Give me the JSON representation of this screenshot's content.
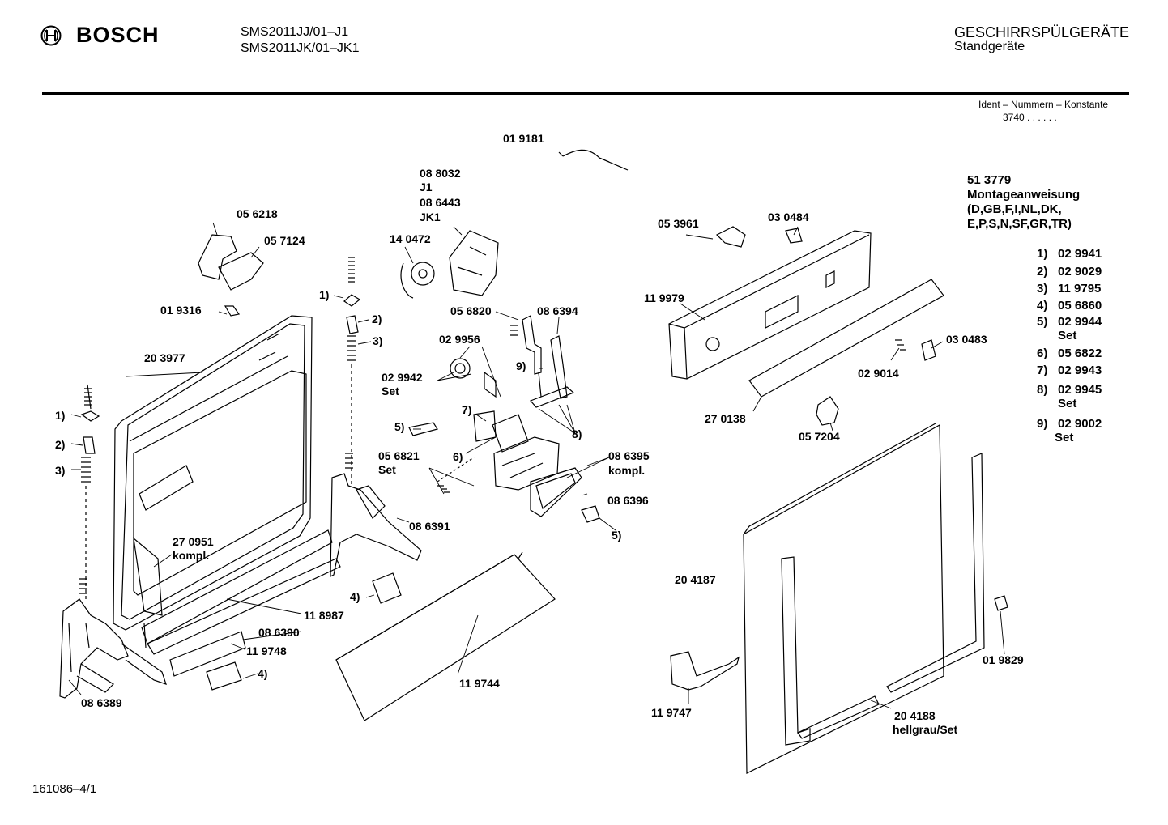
{
  "header": {
    "brand": "BOSCH",
    "models": [
      "SMS2011JJ/01–J1",
      "SMS2011JK/01–JK1"
    ],
    "category": "GESCHIRRSPÜLGERÄTE",
    "subcategory": "Standgeräte",
    "ident_title": "Ident – Nummern – Konstante",
    "ident_value": "3740  .  .   .  .  .  ."
  },
  "manual": {
    "number": "51 3779",
    "title": "Montageanweisung",
    "lang1": "(D,GB,F,I,NL,DK,",
    "lang2": "E,P,S,N,SF,GR,TR)"
  },
  "key": [
    {
      "n": "1)",
      "part": "02 9941",
      "extra": ""
    },
    {
      "n": "2)",
      "part": "02 9029",
      "extra": ""
    },
    {
      "n": "3)",
      "part": "11 9795",
      "extra": ""
    },
    {
      "n": "4)",
      "part": "05 6860",
      "extra": ""
    },
    {
      "n": "5)",
      "part": "02 9944",
      "extra": "Set"
    },
    {
      "n": "6)",
      "part": "05 6822",
      "extra": ""
    },
    {
      "n": "7)",
      "part": "02 9943",
      "extra": ""
    },
    {
      "n": "8)",
      "part": "02 9945",
      "extra": "Set"
    },
    {
      "n": "9)",
      "part": "02 9002",
      "extra": "Set"
    }
  ],
  "labels": {
    "p019181": "01 9181",
    "p088032": "08 8032",
    "j1": "J1",
    "p086443": "08 6443",
    "jk1": "JK1",
    "p140472": "14 0472",
    "p056218": "05 6218",
    "p057124": "05 7124",
    "p019316": "01 9316",
    "p203977": "20 3977",
    "p056820": "05 6820",
    "p086394": "08 6394",
    "p029956": "02 9956",
    "p029942": "02 9942",
    "set1": "Set",
    "p056821": "05 6821",
    "set2": "Set",
    "p086395": "08 6395",
    "kompl1": "kompl.",
    "p086396": "08 6396",
    "p086391": "08 6391",
    "p270951": "27 0951",
    "kompl2": "kompl.",
    "p118987": "11 8987",
    "p086390": "08 6390",
    "p119748": "11 9748",
    "p086389": "08 6389",
    "p119744": "11 9744",
    "p053961": "05 3961",
    "p030484": "03 0484",
    "p119979": "11 9979",
    "p029014": "02 9014",
    "p030483": "03 0483",
    "p270138": "27 0138",
    "p057204": "05 7204",
    "p204187": "20 4187",
    "p119747": "11 9747",
    "p204188": "20 4188",
    "hellgrau": "hellgrau/Set",
    "p019829": "01 9829",
    "c1a": "1)",
    "c2a": "2)",
    "c3a": "3)",
    "c1b": "1)",
    "c2b": "2)",
    "c3b": "3)",
    "c9": "9)",
    "c7": "7)",
    "c5a": "5)",
    "c6": "6)",
    "c8": "8)",
    "c5b": "5)",
    "c4a": "4)",
    "c4b": "4)"
  },
  "footer": {
    "code": "161086–4/1"
  }
}
